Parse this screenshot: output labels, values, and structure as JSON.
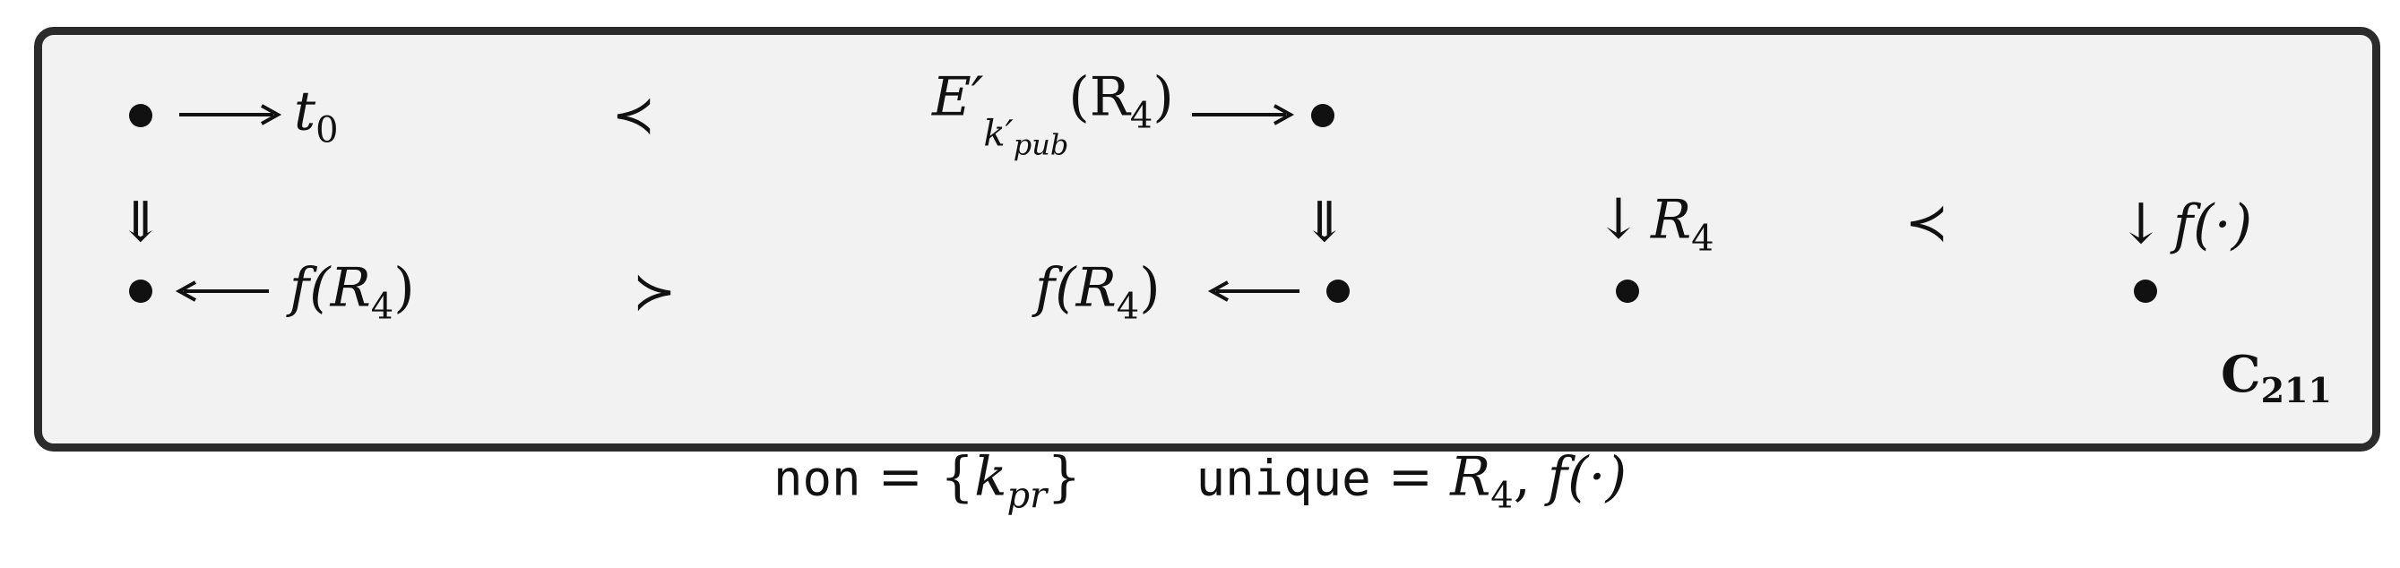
{
  "diagram": {
    "row1": {
      "left_target": "t",
      "left_target_sub": "0",
      "relation": "≺",
      "mid_label_E": "E′",
      "mid_label_sub": "k′",
      "mid_label_subsub": "pub",
      "mid_label_arg": "(R",
      "mid_label_arg_sub": "4",
      "mid_label_close": ")"
    },
    "row2": {
      "left_label": "f(R",
      "left_label_sub": "4",
      "left_label_close": ")",
      "relation": "≻",
      "mid_label": "f(R",
      "mid_label_sub": "4",
      "mid_label_close": ")"
    },
    "right_group": {
      "down_label_1": "R",
      "down_label_1_sub": "4",
      "relation": "≺",
      "down_label_2": "f(·)"
    },
    "vertical_arrow_glyph": "⇓",
    "down_arrow_glyph": "↓",
    "box_label": "C",
    "box_label_sub": "211"
  },
  "footer": {
    "non_key": "non",
    "non_eq": " = {",
    "non_val": "k",
    "non_val_sub": "pr",
    "non_close": "}",
    "unique_key": "unique",
    "unique_eq": " = ",
    "unique_val_1": "R",
    "unique_val_1_sub": "4",
    "unique_sep": ", ",
    "unique_val_2": "f(·)"
  }
}
